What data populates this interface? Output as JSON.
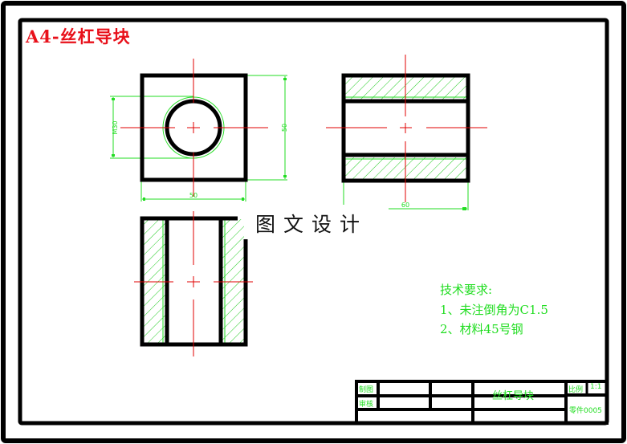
{
  "sheet": {
    "title": "A4-丝杠导块",
    "watermark": "图文设计",
    "colors": {
      "border": "#000000",
      "title": "#e8101a",
      "centerline": "#e00000",
      "dimension": "#22dd22",
      "hatch": "#22cc22",
      "outline": "#000000"
    }
  },
  "views": {
    "top_view": {
      "dimensions": {
        "width": "50",
        "height": "50",
        "thread": "M30"
      }
    },
    "front_view": {
      "dimensions": {
        "length": "60"
      }
    },
    "side_view": {}
  },
  "technical_requirements": {
    "heading": "技术要求:",
    "items": [
      "1、未注倒角为C1.5",
      "2、材料45号钢"
    ]
  },
  "title_block": {
    "drawn_label": "制图",
    "checked_label": "审核",
    "part_name": "丝杠导块",
    "scale_label": "比例",
    "scale_value": "1:1",
    "part_number": "零件0005"
  }
}
